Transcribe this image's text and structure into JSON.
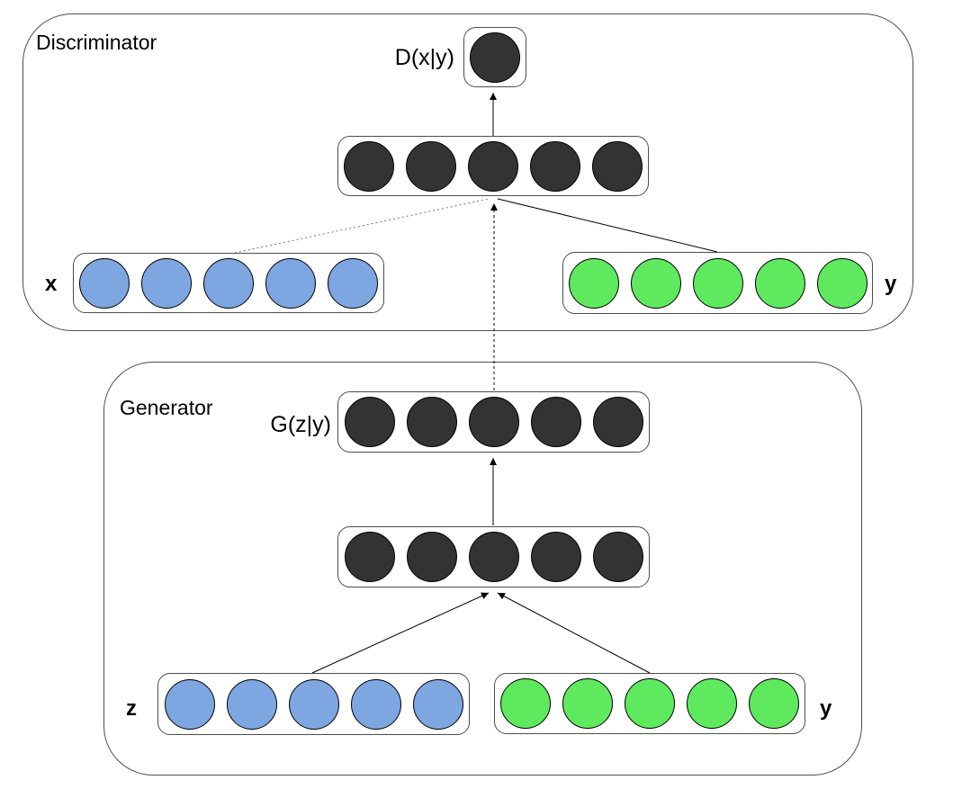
{
  "diagram": {
    "discriminator": {
      "label": "Discriminator",
      "output_label": "D(x|y)",
      "input_x_label": "x",
      "input_y_label": "y",
      "output_nodes": 1,
      "hidden_nodes": 5,
      "input_x_nodes": 5,
      "input_y_nodes": 5
    },
    "generator": {
      "label": "Generator",
      "output_label": "G(z|y)",
      "input_z_label": "z",
      "input_y_label": "y",
      "output_nodes": 5,
      "hidden_nodes": 5,
      "input_z_nodes": 5,
      "input_y_nodes": 5
    },
    "colors": {
      "node_dark": "#333333",
      "node_blue": "#7EA6E0",
      "node_green": "#5FE95F",
      "box_stroke": "#4d4d4d",
      "edge_stroke": "#000000"
    },
    "edges": [
      {
        "from": "discriminator-hidden-layer",
        "to": "discriminator-output-node",
        "style": "solid-arrow"
      },
      {
        "from": "x-input-layer",
        "to": "discriminator-hidden-layer",
        "style": "dotted"
      },
      {
        "from": "y-input-layer-discriminator",
        "to": "discriminator-hidden-layer",
        "style": "solid"
      },
      {
        "from": "generator-output-layer",
        "to": "discriminator-hidden-layer",
        "style": "dashed-arrow"
      },
      {
        "from": "generator-hidden-layer",
        "to": "generator-output-layer",
        "style": "solid-arrow"
      },
      {
        "from": "z-input-layer",
        "to": "generator-hidden-layer",
        "style": "solid-arrow"
      },
      {
        "from": "y-input-layer-generator",
        "to": "generator-hidden-layer",
        "style": "solid-arrow"
      }
    ]
  }
}
